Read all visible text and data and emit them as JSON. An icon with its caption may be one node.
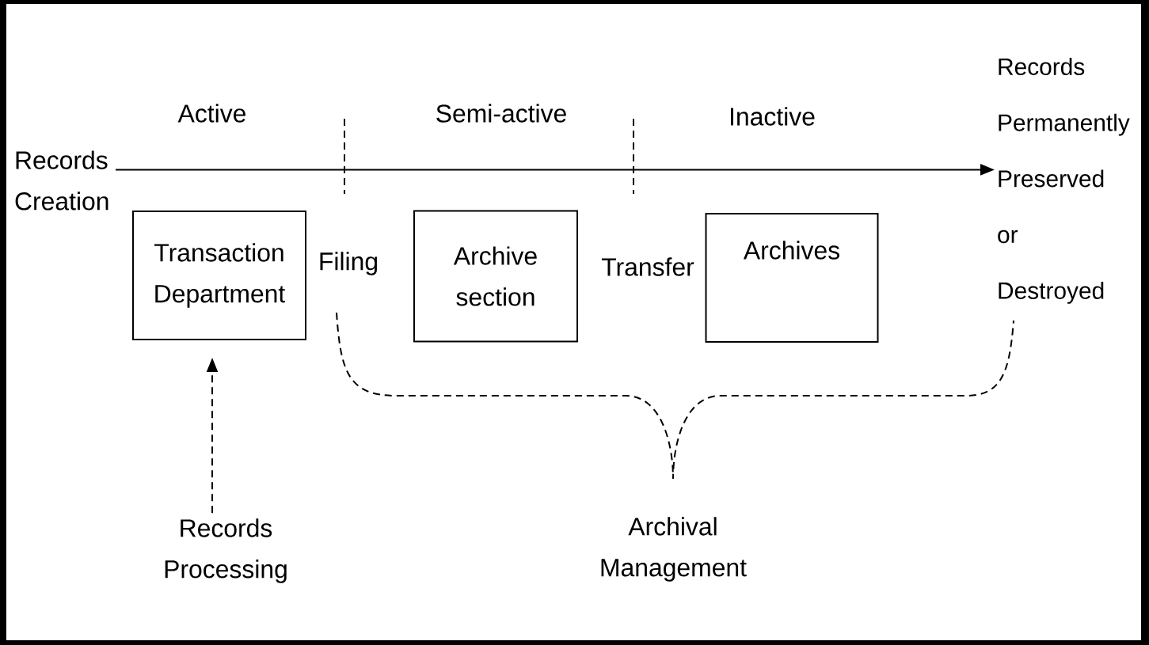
{
  "diagram": {
    "nodes": [
      {
        "text": [
          "Records Creation"
        ]
      },
      {
        "text": [
          "Records Permanently Preserved or Destroyed"
        ]
      },
      {
        "text": [
          "Transaction Department"
        ]
      },
      {
        "text": [
          "Archive section"
        ]
      },
      {
        "text": [
          "Archives"
        ]
      },
      {
        "text": [
          "Records Processing"
        ]
      }
    ],
    "edges": [
      {
        "from": 0,
        "to": 1,
        "arrow": "to"
      },
      {
        "from": 5,
        "to": 2,
        "arrow": "to",
        "style": "dashed"
      }
    ],
    "labels": [
      "Active",
      "Semi-active",
      "Inactive",
      "Filing",
      "Transfer",
      "Archival Management"
    ]
  }
}
